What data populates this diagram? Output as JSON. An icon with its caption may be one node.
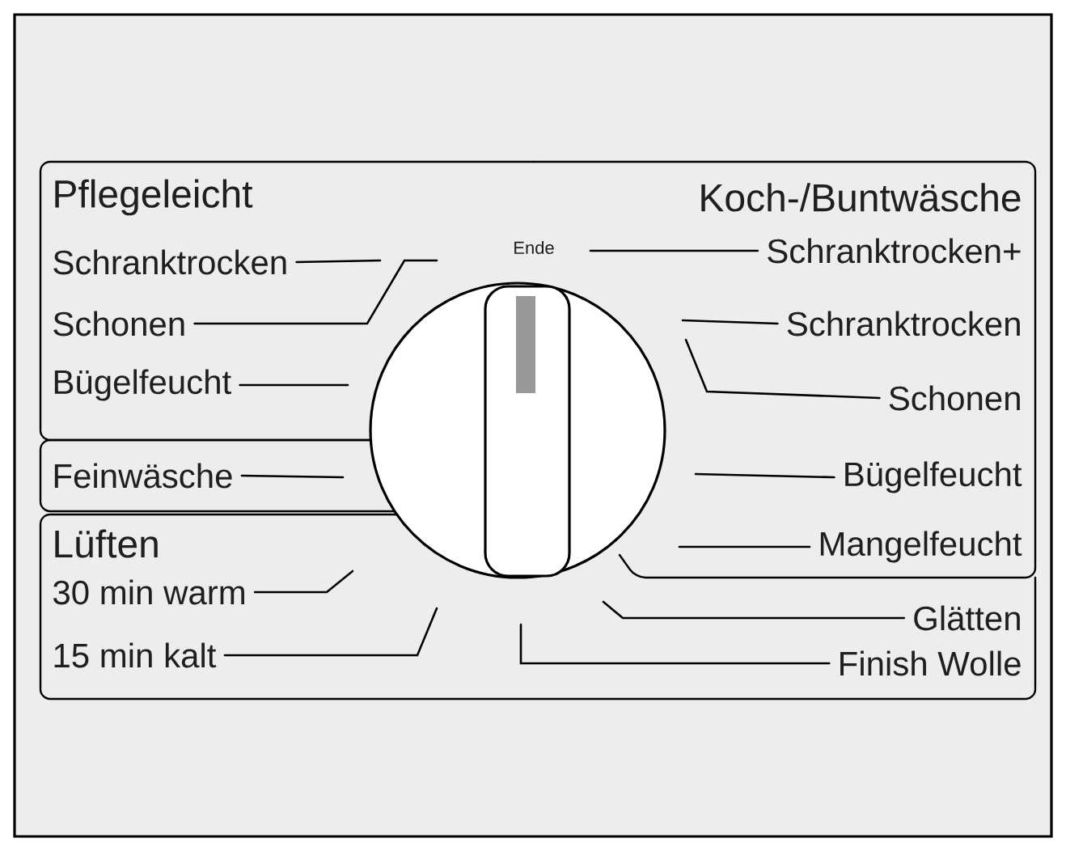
{
  "diagram": {
    "nodes": [
      {
        "text": [
          "Pflegeleicht"
        ]
      },
      {
        "text": [
          "Schranktrocken"
        ],
        "in": 0
      },
      {
        "text": [
          "Schonen"
        ],
        "in": 0
      },
      {
        "text": [
          "Bügelfeucht"
        ],
        "in": 0
      },
      {
        "text": [
          "Koch-/Buntwäsche"
        ]
      },
      {
        "text": [
          "Schranktrocken+"
        ],
        "in": 4
      },
      {
        "text": [
          "Schranktrocken"
        ],
        "in": 4
      },
      {
        "text": [
          "Schonen"
        ],
        "in": 4
      },
      {
        "text": [
          "Bügelfeucht"
        ],
        "in": 4
      },
      {
        "text": [
          "Mangelfeucht"
        ]
      },
      {
        "text": [
          "Feinwäsche"
        ]
      },
      {
        "text": [
          "Lüften"
        ]
      },
      {
        "text": [
          "30 min warm"
        ],
        "in": 11
      },
      {
        "text": [
          "15 min kalt"
        ],
        "in": 11
      },
      {
        "text": [
          "Glätten"
        ],
        "in": 11
      },
      {
        "text": [
          "Finish Wolle"
        ],
        "in": 11
      }
    ],
    "edges": [
      {
        "from": 1,
        "to": null,
        "arrow": "none"
      },
      {
        "from": 2,
        "to": null,
        "arrow": "none"
      },
      {
        "from": 3,
        "to": null,
        "arrow": "none"
      },
      {
        "from": 5,
        "to": null,
        "arrow": "none"
      },
      {
        "from": 6,
        "to": null,
        "arrow": "none"
      },
      {
        "from": 7,
        "to": null,
        "arrow": "none"
      },
      {
        "from": 8,
        "to": null,
        "arrow": "none"
      },
      {
        "from": 9,
        "to": null,
        "arrow": "none"
      },
      {
        "from": 10,
        "to": null,
        "arrow": "none"
      },
      {
        "from": 12,
        "to": null,
        "arrow": "none"
      },
      {
        "from": 13,
        "to": null,
        "arrow": "none"
      },
      {
        "from": 14,
        "to": null,
        "arrow": "none"
      },
      {
        "from": 15,
        "to": null,
        "arrow": "none"
      }
    ],
    "labels": [
      "Ende"
    ]
  }
}
